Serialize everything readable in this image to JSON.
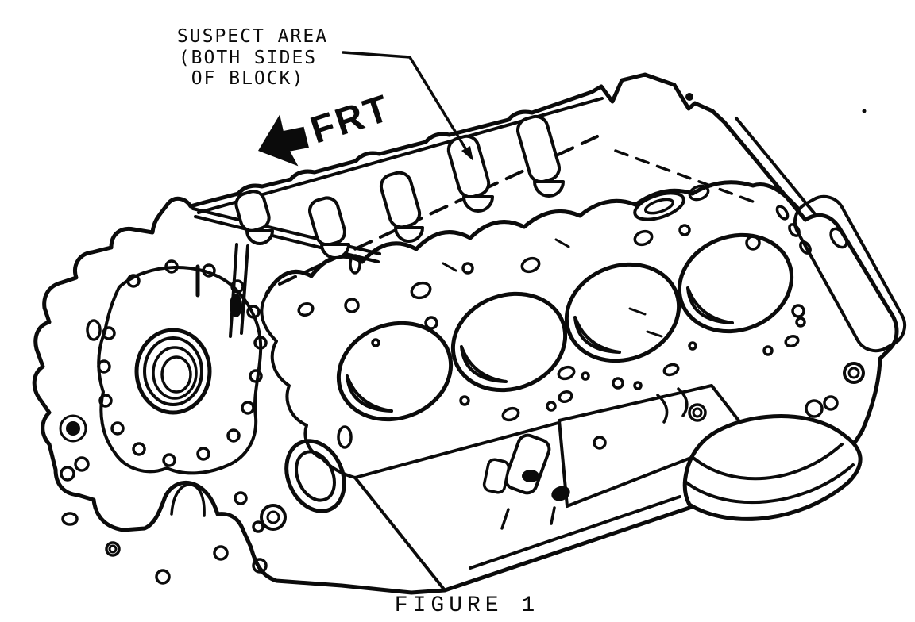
{
  "figure": {
    "caption": "FIGURE 1"
  },
  "callout": {
    "line1": "SUSPECT AREA",
    "line2": "(BOTH SIDES",
    "line3": "OF BLOCK)"
  },
  "orientation": {
    "front_label": "FRT"
  },
  "style": {
    "ink": "#0b0b0b",
    "paper": "#ffffff"
  },
  "icons": {
    "frt_arrow": "solid left-pointing direction arrow",
    "leader_arrow": "callout leader arrowhead"
  }
}
